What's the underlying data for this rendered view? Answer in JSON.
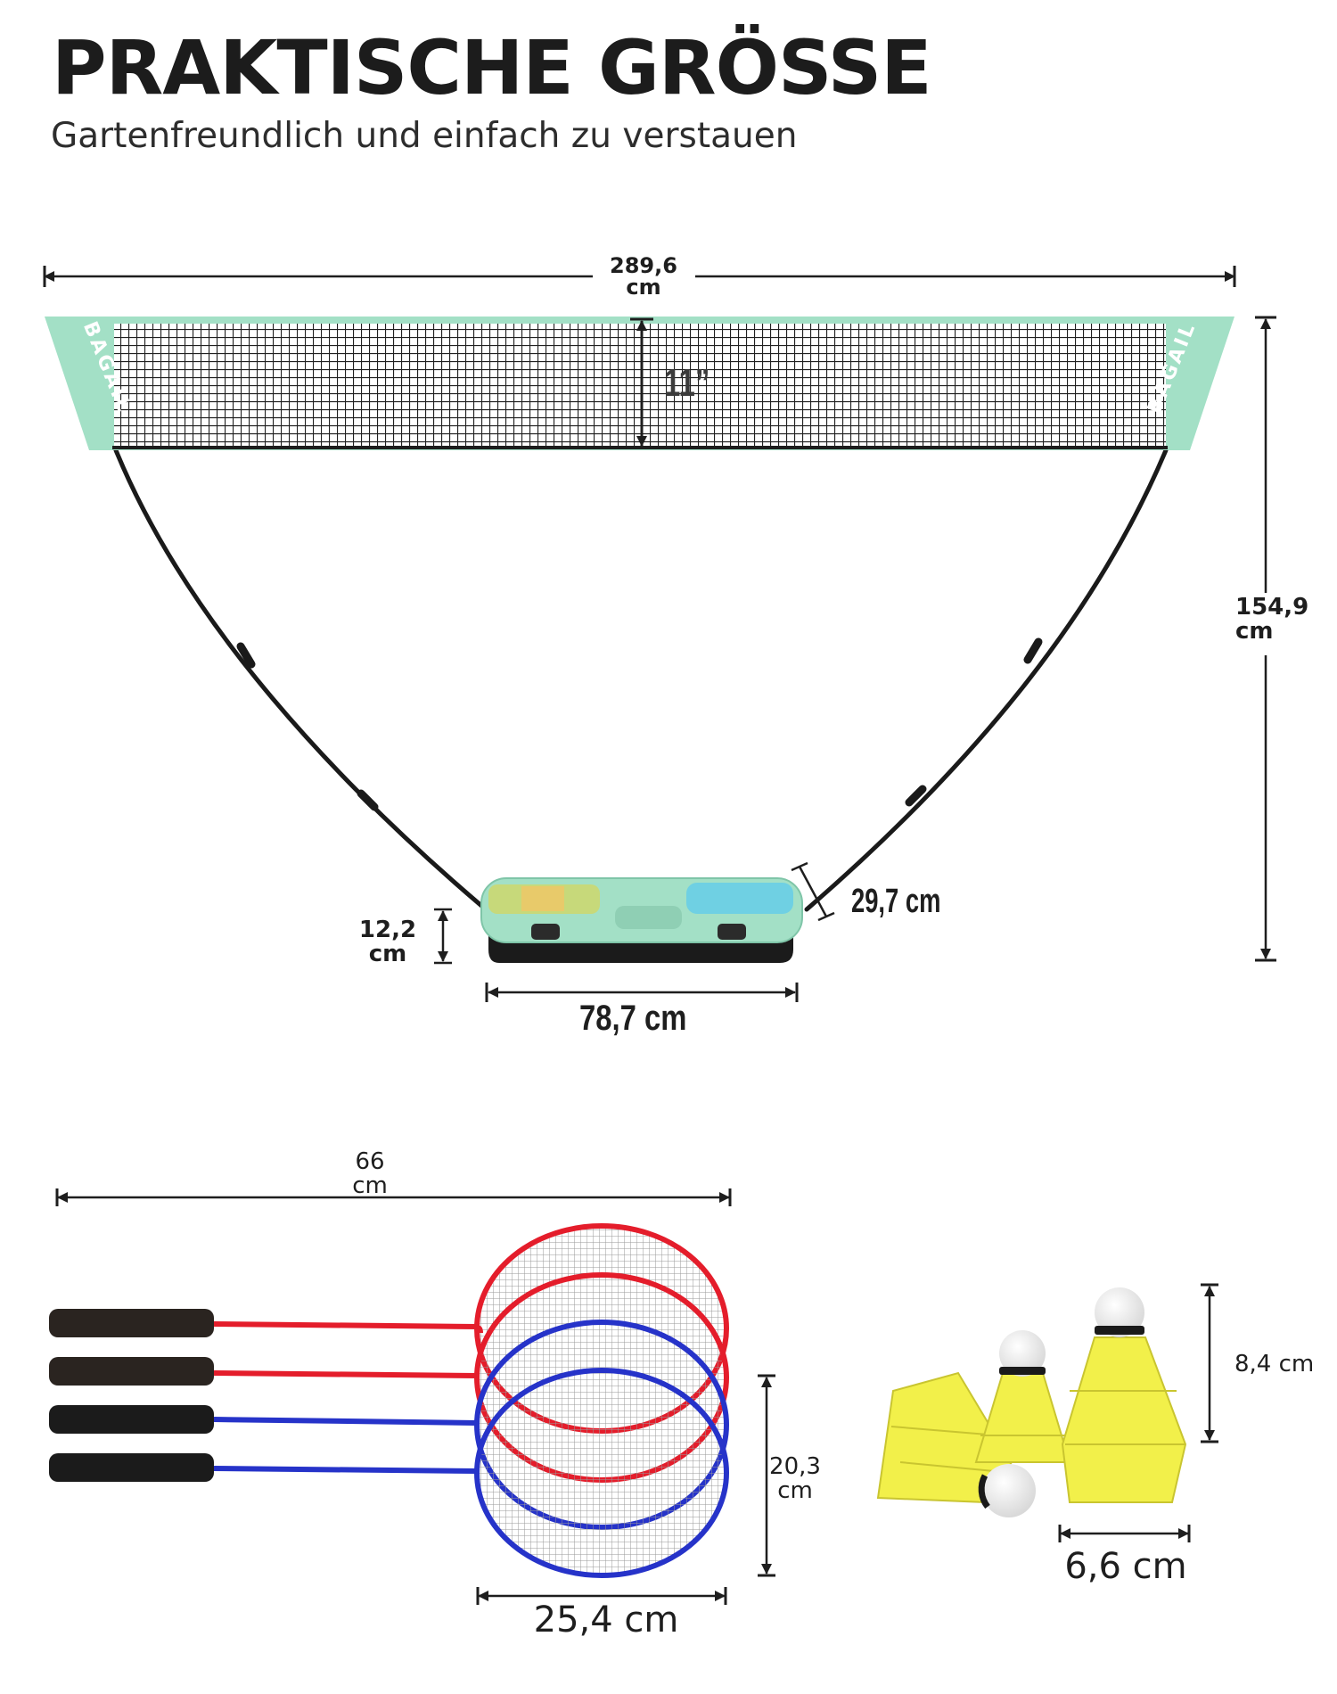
{
  "title": "PRAKTISCHE GRÖSSE",
  "subtitle": "Gartenfreundlich und einfach zu verstauen",
  "colors": {
    "net_panel": "#a3e0c6",
    "racket_red": "#e41d2b",
    "racket_blue": "#2633c9",
    "shuttle_yellow": "#f2f04a",
    "text": "#1e1e1e"
  },
  "net": {
    "brand": "BAGAIL",
    "width_value": "289,6",
    "width_unit": "cm",
    "net_height": "11”",
    "total_height_value": "154,9",
    "total_height_unit": "cm",
    "base_height_value": "12,2",
    "base_height_unit": "cm",
    "base_length": "78,7 cm",
    "base_depth": "29,7 cm"
  },
  "rackets": {
    "length_value": "66",
    "length_unit": "cm",
    "head_height_value": "20,3",
    "head_height_unit": "cm",
    "head_width": "25,4 cm"
  },
  "shuttlecocks": {
    "height": "8,4 cm",
    "diameter": "6,6 cm"
  }
}
